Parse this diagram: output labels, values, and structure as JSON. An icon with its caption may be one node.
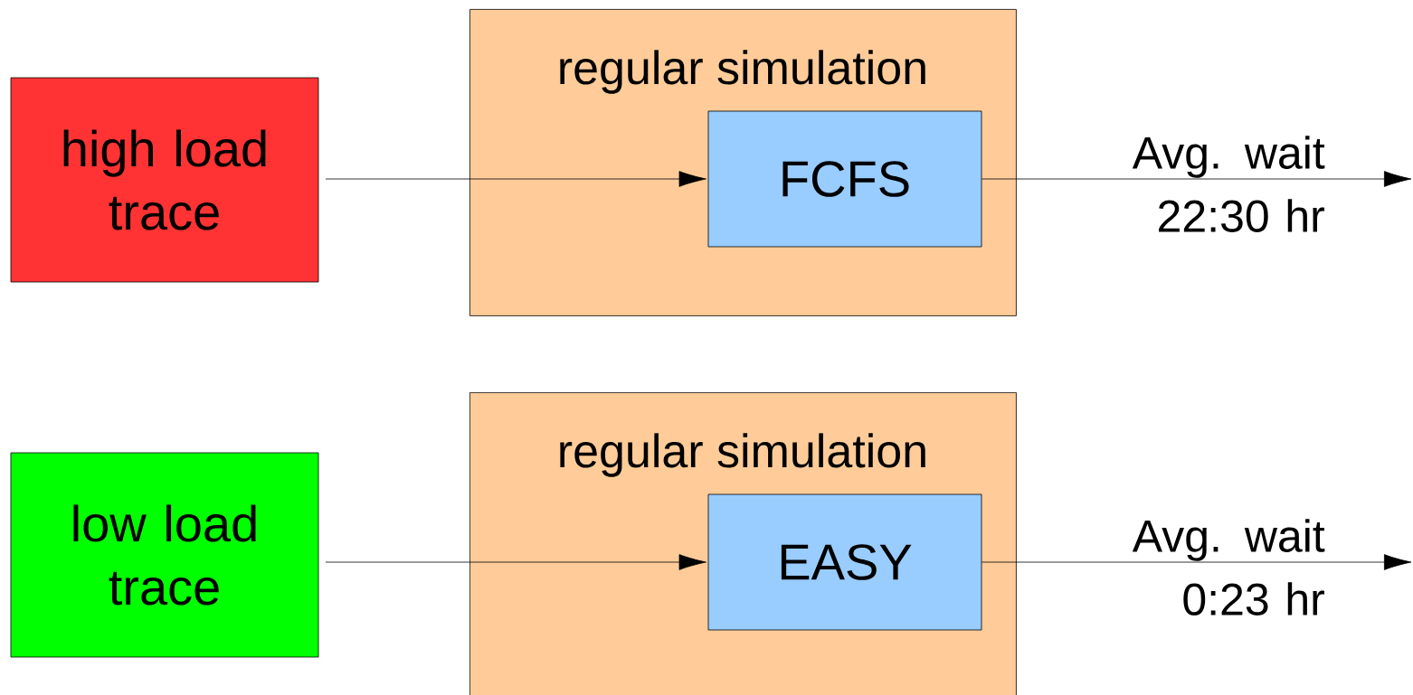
{
  "diagram": {
    "nodes": [
      {
        "text": [
          "high load trace"
        ]
      },
      {
        "text": [
          "regular simulation"
        ]
      },
      {
        "text": [
          "FCFS"
        ],
        "in": 1
      },
      {
        "text": [
          "low load trace"
        ]
      },
      {
        "text": [
          "regular simulation"
        ]
      },
      {
        "text": [
          "EASY"
        ],
        "in": 4
      }
    ],
    "edges": [
      {
        "from": 0,
        "to": 2,
        "arrow": "to"
      },
      {
        "from": 2,
        "to": null,
        "arrow": "to",
        "label": "Avg. wait 22:30 hr"
      },
      {
        "from": 3,
        "to": 5,
        "arrow": "to"
      },
      {
        "from": 5,
        "to": null,
        "arrow": "to",
        "label": "Avg. wait 0:23 hr"
      }
    ]
  }
}
